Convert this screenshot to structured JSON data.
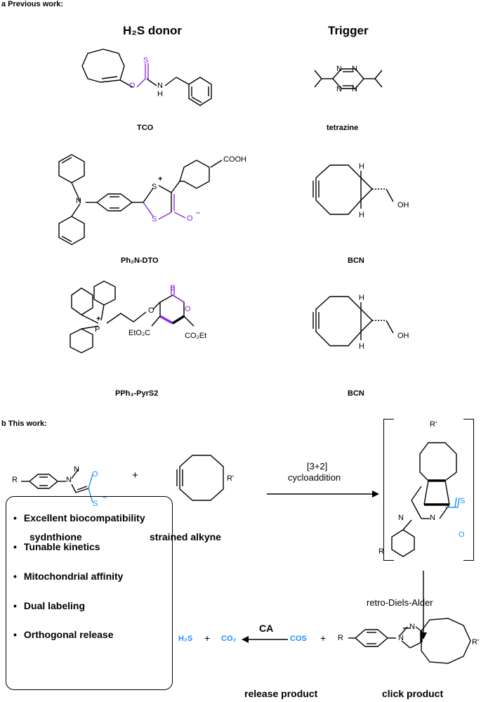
{
  "section_a": "a Previous work:",
  "section_b": "b This work:",
  "headers": {
    "donor": "H₂S donor",
    "trigger": "Trigger"
  },
  "molecule_labels": {
    "tco": "TCO",
    "tetrazine": "tetrazine",
    "dto": "Ph₂N-DTO",
    "bcn1": "BCN",
    "pyrs2": "PPh₃-PyrS2",
    "bcn2": "BCN",
    "sydnthione": "sydnthione",
    "alkyne": "strained alkyne",
    "release": "release product",
    "click": "click product"
  },
  "atoms": {
    "o": "O",
    "s": "S",
    "n": "N",
    "h": "H",
    "oh": "OH",
    "cooh": "COOH",
    "p_plus": "P",
    "plus": "+",
    "minus": "–",
    "eto2c": "EtO₂C",
    "co2et": "CO₂Et",
    "r": "R",
    "rprime": "R'"
  },
  "arrows": {
    "cycloaddition_line1": "[3+2]",
    "cycloaddition_line2": "cycloaddition",
    "retro": "retro-Diels-Alder",
    "ca": "CA"
  },
  "products": {
    "h2s": "H₂S",
    "co2": "CO₂",
    "cos": "COS",
    "plus": "+"
  },
  "features": [
    "Excellent biocompatibility",
    "Tunable kinetics",
    "Mitochondrial affinity",
    "Dual labeling",
    "Orthogonal release"
  ],
  "colors": {
    "highlight_purple": "#8a2be2",
    "highlight_blue": "#1e90ff"
  }
}
